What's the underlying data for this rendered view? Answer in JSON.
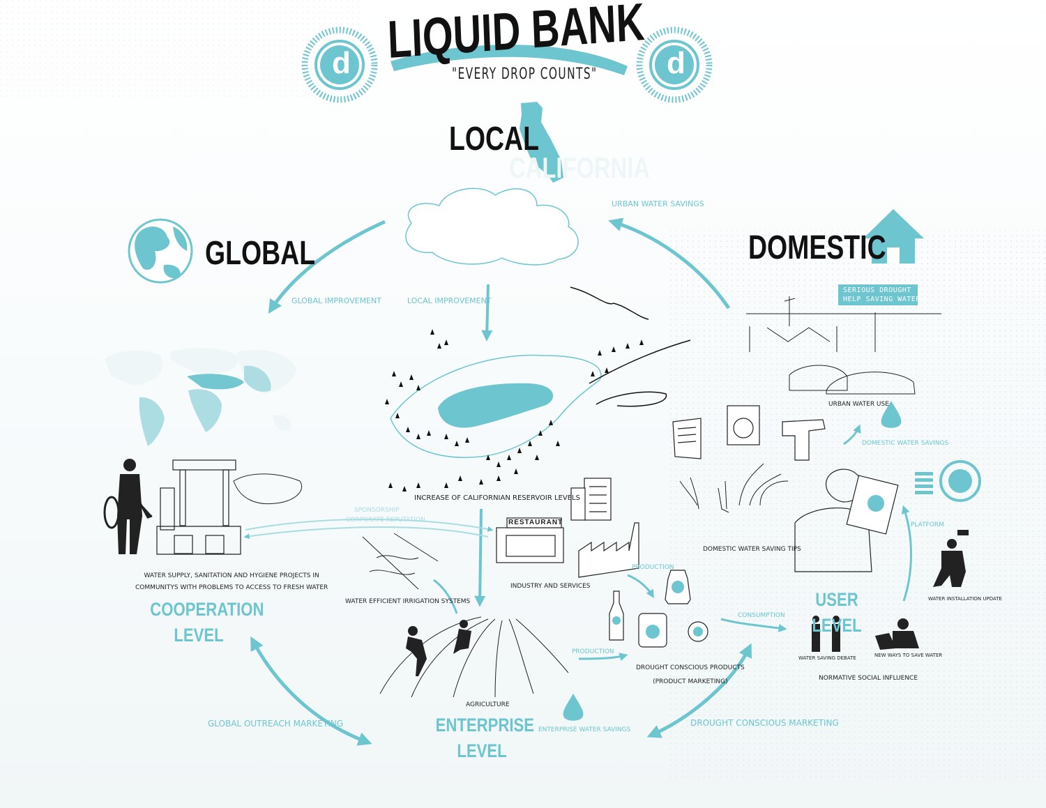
{
  "header": {
    "title": "LIQUID BANK",
    "tagline": "\"EVERY DROP COUNTS\"",
    "logo_letter": "d"
  },
  "sections": {
    "local": "LOCAL",
    "california": "CALIFORNIA",
    "global": "GLOBAL",
    "domestic": "DOMESTIC"
  },
  "levels": {
    "cooperation": [
      "COOPERATION",
      "LEVEL"
    ],
    "enterprise": [
      "ENTERPRISE",
      "LEVEL"
    ],
    "user": "USER LEVEL"
  },
  "flows": {
    "urban_water_savings": "URBAN WATER SAVINGS",
    "global_improvement": "GLOBAL IMPROVEMENT",
    "local_improvement": "LOCAL IMPROVEMENT",
    "domestic_water_savings": "DOMESTIC WATER SAVINGS",
    "sponsorship": "SPONSORSHIP",
    "corporate_reputation": "CORPORATE REPUTATION",
    "production_1": "PRODUCTION",
    "production_2": "PRODUCTION",
    "consumption": "CONSUMPTION",
    "platform": "PLATFORM",
    "global_outreach": "GLOBAL OUTREACH MARKETING",
    "enterprise_water_savings": "ENTERPRISE WATER SAVINGS",
    "drought_conscious_marketing": "DROUGHT CONSCIOUS MARKETING"
  },
  "captions": {
    "reservoir": "INCREASE OF CALIFORNIAN RESERVOIR LEVELS",
    "billboard": [
      "SERIOUS DROUGHT",
      "HELP SAVING WATER"
    ],
    "urban_water_use": "URBAN WATER USE",
    "water_supply": [
      "WATER SUPPLY, SANITATION AND HYGIENE PROJECTS  IN",
      "COMMUNITYS WITH PROBLEMS TO ACCESS TO FRESH WATER"
    ],
    "restaurant_sign": "RESTAURANT",
    "industry": "INDUSTRY AND SERVICES",
    "domestic_tips": "DOMESTIC WATER SAVING TIPS",
    "irrigation": "WATER EFFICIENT IRRIGATION SYSTEMS",
    "agriculture": "AGRICULTURE",
    "products": [
      "DROUGHT CONSCIOUS PRODUCTS",
      "(PRODUCT MARKETING)"
    ],
    "debate": "WATER SAVING DEBATE",
    "new_ways": "NEW WAYS TO SAVE WATER",
    "normative": "NORMATIVE SOCIAL INFLUENCE",
    "installation": "WATER INSTALLATION UPDATE"
  },
  "colors": {
    "accent": "#6cc5cf",
    "ink": "#111111",
    "accent_light": "#a9dce2"
  }
}
